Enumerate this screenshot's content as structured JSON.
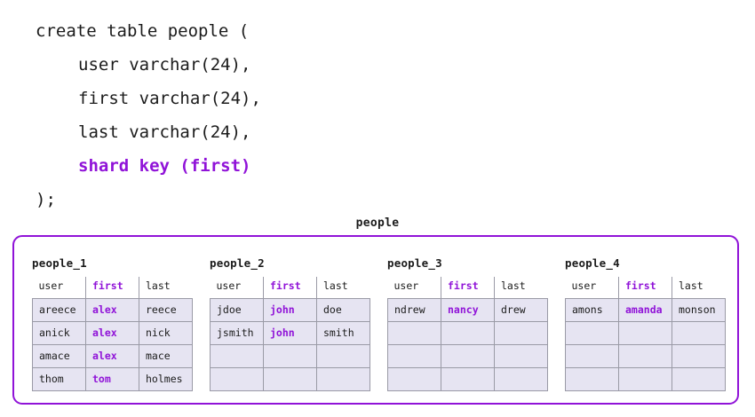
{
  "code": {
    "lines": [
      {
        "text": "create table people (",
        "indent": false,
        "accent": false
      },
      {
        "text": "user varchar(24),",
        "indent": true,
        "accent": false
      },
      {
        "text": "first varchar(24),",
        "indent": true,
        "accent": false
      },
      {
        "text": "last varchar(24),",
        "indent": true,
        "accent": false
      },
      {
        "text": "shard key (first)",
        "indent": true,
        "accent": true
      },
      {
        "text": ");",
        "indent": false,
        "accent": false
      }
    ]
  },
  "container": {
    "title": "people",
    "accent_color": "#9013d8",
    "cell_fill": "#e6e4f2",
    "cell_border": "#9a9aa6"
  },
  "shards": [
    {
      "name": "people_1",
      "columns": [
        "user",
        "first",
        "last"
      ],
      "key_column_index": 1,
      "rows": [
        [
          "areece",
          "alex",
          "reece"
        ],
        [
          "anick",
          "alex",
          "nick"
        ],
        [
          "amace",
          "alex",
          "mace"
        ],
        [
          "thom",
          "tom",
          "holmes"
        ]
      ]
    },
    {
      "name": "people_2",
      "columns": [
        "user",
        "first",
        "last"
      ],
      "key_column_index": 1,
      "rows": [
        [
          "jdoe",
          "john",
          "doe"
        ],
        [
          "jsmith",
          "john",
          "smith"
        ],
        [
          "",
          "",
          ""
        ],
        [
          "",
          "",
          ""
        ]
      ]
    },
    {
      "name": "people_3",
      "columns": [
        "user",
        "first",
        "last"
      ],
      "key_column_index": 1,
      "rows": [
        [
          "ndrew",
          "nancy",
          "drew"
        ],
        [
          "",
          "",
          ""
        ],
        [
          "",
          "",
          ""
        ],
        [
          "",
          "",
          ""
        ]
      ]
    },
    {
      "name": "people_4",
      "columns": [
        "user",
        "first",
        "last"
      ],
      "key_column_index": 1,
      "rows": [
        [
          "amons",
          "amanda",
          "monson"
        ],
        [
          "",
          "",
          ""
        ],
        [
          "",
          "",
          ""
        ],
        [
          "",
          "",
          ""
        ]
      ]
    }
  ]
}
